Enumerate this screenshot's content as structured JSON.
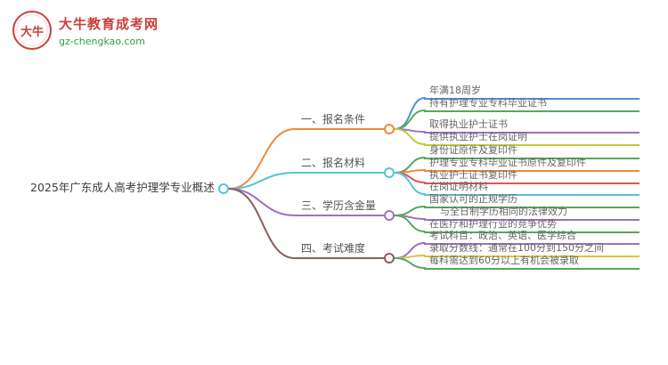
{
  "logo": {
    "seal_text": "大牛",
    "brand": "大牛教育成考网",
    "domain": "gz-chengkao.com",
    "brand_color": "#c9403e",
    "domain_color": "#2f9e44"
  },
  "mindmap": {
    "root": {
      "text": "2025年广东成人高考护理学专业概述",
      "color": "#56c2d9"
    },
    "branches": [
      {
        "label": "一、报名条件",
        "color": "#ef8a38",
        "children": [
          {
            "text": "年满18周岁",
            "color": "#4f8fd9"
          },
          {
            "text": "持有护理专业专科毕业证书",
            "color": "#55a85c"
          },
          {
            "text": "取得执业护士证书",
            "color": "#9e71c2"
          },
          {
            "text": "提供执业护士在岗证明",
            "color": "#c3c93e"
          }
        ]
      },
      {
        "label": "二、报名材料",
        "color": "#56c2d9",
        "children": [
          {
            "text": "身份证原件及复印件",
            "color": "#55a85c"
          },
          {
            "text": "护理专业专科毕业证书原件及复印件",
            "color": "#ef8a38"
          },
          {
            "text": "执业护士证书复印件",
            "color": "#e05555"
          },
          {
            "text": "在岗证明材料",
            "color": "#56c2d9"
          }
        ]
      },
      {
        "label": "三、学历含金量",
        "color": "#9e71c2",
        "children": [
          {
            "text": "国家认可的正规学历",
            "color": "#55a85c"
          },
          {
            "text": "与全日制学历相同的法律效力",
            "color": "#9e71c2"
          },
          {
            "text": "在医疗和护理行业的竞争优势",
            "color": "#55a85c"
          }
        ]
      },
      {
        "label": "四、考试难度",
        "color": "#8d5d5b",
        "children": [
          {
            "text": "考试科目：政治、英语、医学综合",
            "color": "#9e71c2"
          },
          {
            "text": "录取分数线：通常在100分到150分之间",
            "color": "#d4c83e"
          },
          {
            "text": "每科需达到60分以上有机会被录取",
            "color": "#55a85c"
          }
        ]
      }
    ]
  }
}
